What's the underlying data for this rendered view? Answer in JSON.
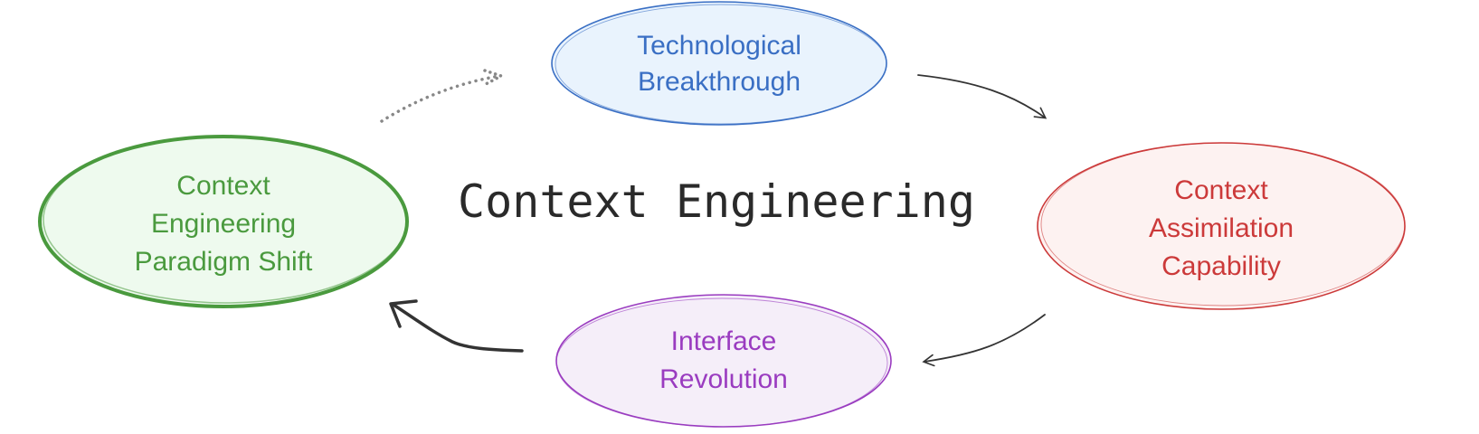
{
  "title": "Context Engineering",
  "colors": {
    "blue": "#3a6fc4",
    "red": "#cc3a3a",
    "purple": "#9a3cc0",
    "green": "#4a9a3e",
    "arrow_dark": "#333333",
    "arrow_gray": "#888888"
  },
  "nodes": {
    "technological_breakthrough": {
      "line1": "Technological",
      "line2": "Breakthrough"
    },
    "context_assimilation": {
      "line1": "Context",
      "line2": "Assimilation",
      "line3": "Capability"
    },
    "interface_revolution": {
      "line1": "Interface",
      "line2": "Revolution"
    },
    "paradigm_shift": {
      "line1": "Context",
      "line2": "Engineering",
      "line3": "Paradigm Shift"
    }
  }
}
